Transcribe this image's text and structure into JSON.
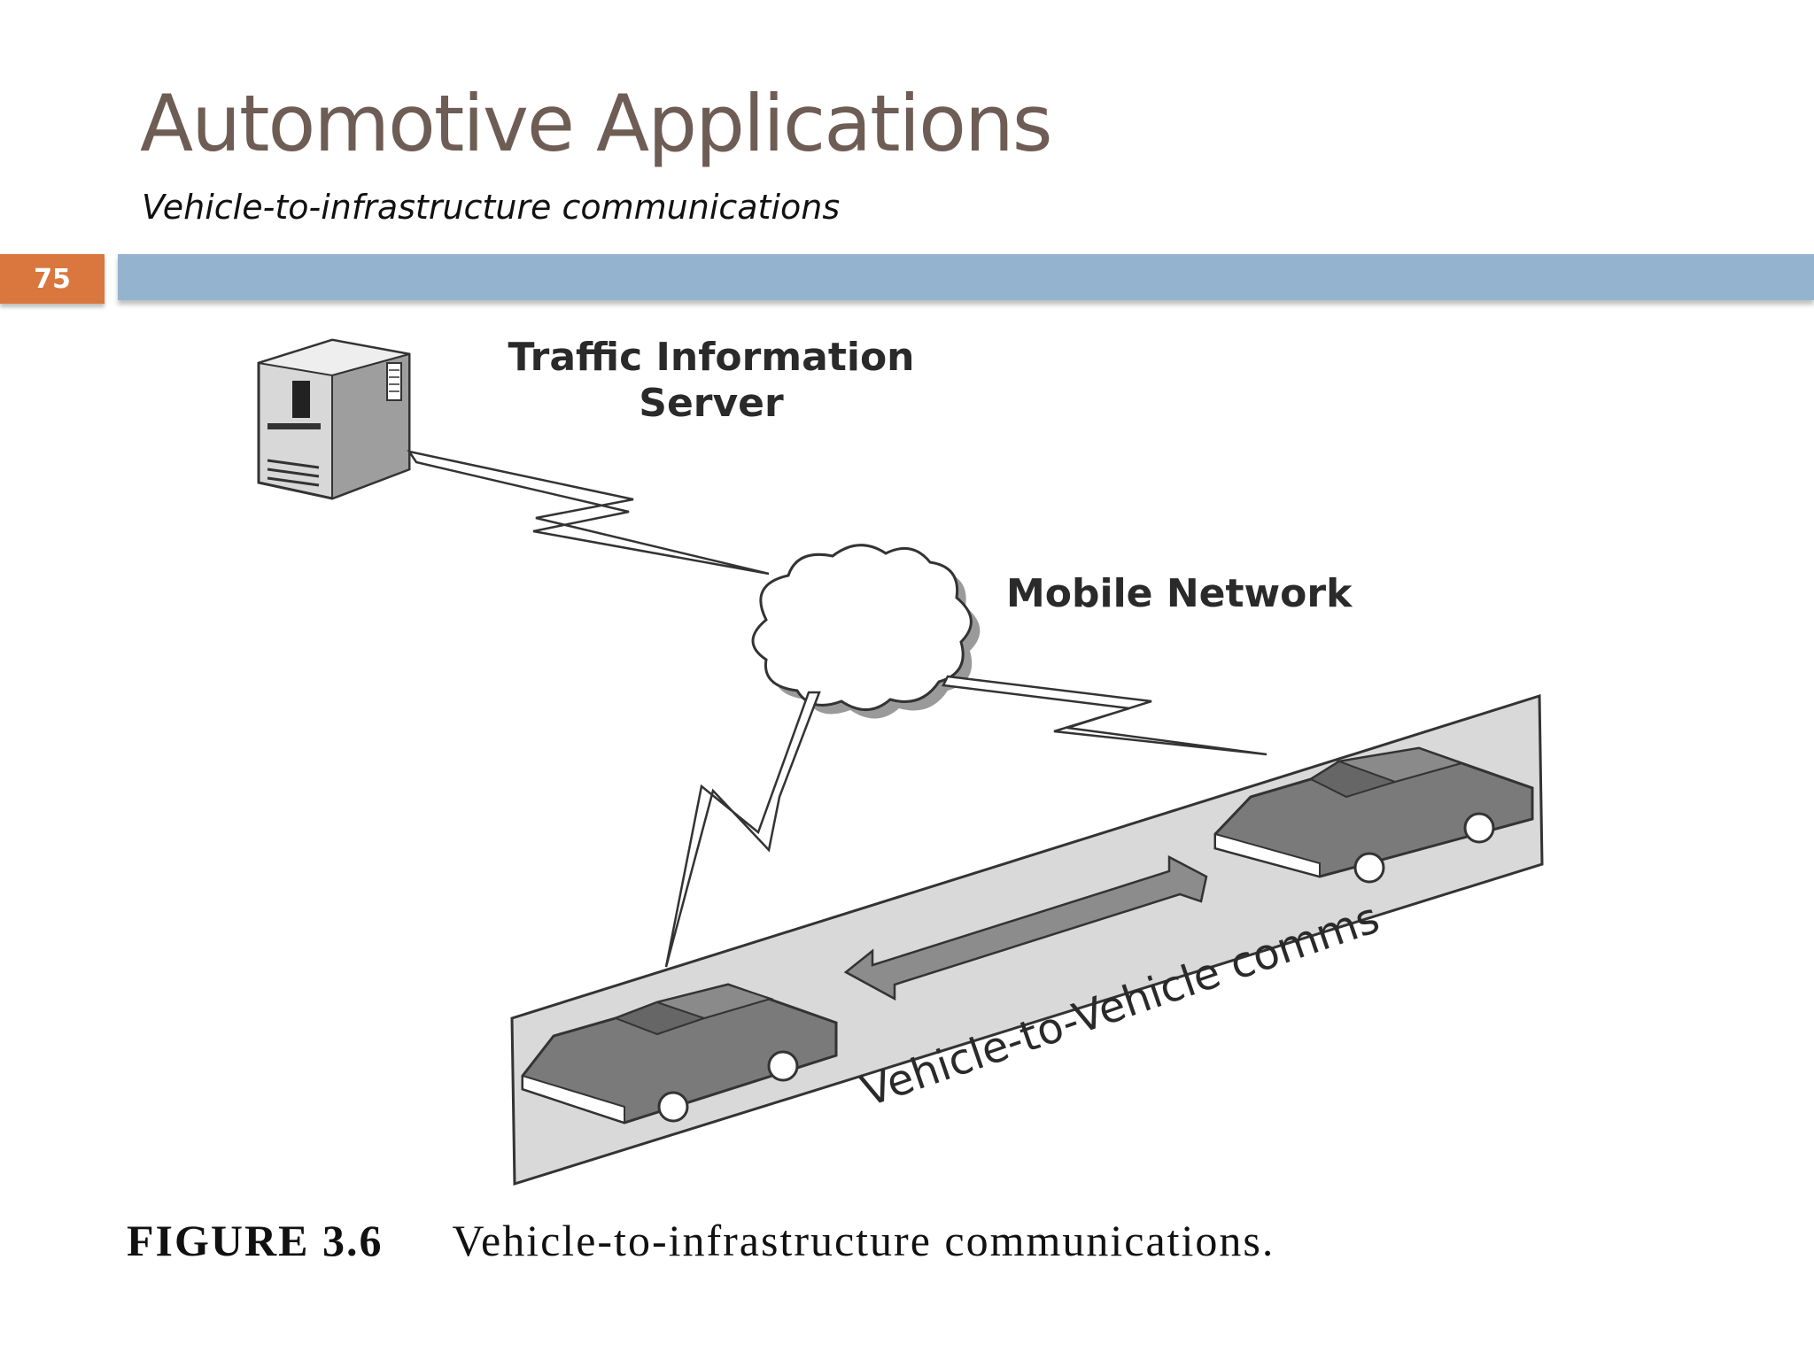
{
  "slide": {
    "title": "Automotive Applications",
    "subtitle": "Vehicle-to-infrastructure communications",
    "page_number": "75"
  },
  "diagram": {
    "server_label_line1": "Traffic Information",
    "server_label_line2": "Server",
    "network_label": "Mobile Network",
    "v2v_label": "Vehicle-to-Vehicle comms"
  },
  "caption": {
    "figure_number": "FIGURE 3.6",
    "text": "Vehicle-to-infrastructure communications."
  },
  "colors": {
    "title": "#6e5d55",
    "accent_badge": "#d9773e",
    "title_bar": "#94b3cf",
    "road": "#d9d9d9",
    "car": "#7a7a7a"
  }
}
